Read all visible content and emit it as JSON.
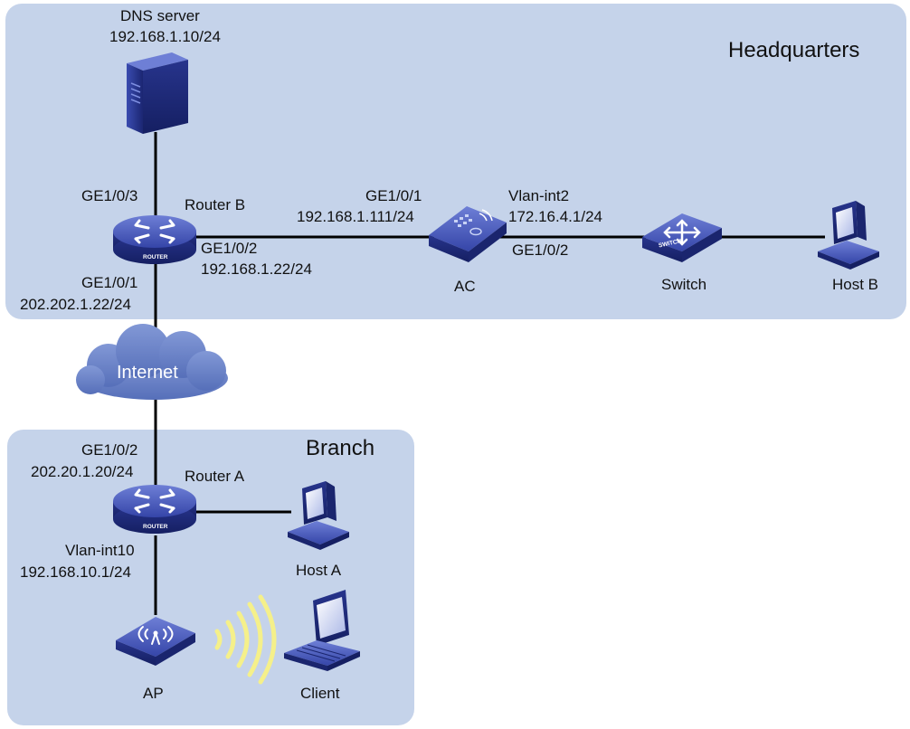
{
  "zones": {
    "headquarters": "Headquarters",
    "branch": "Branch"
  },
  "cloud": {
    "label": "Internet"
  },
  "devices": {
    "dns_server": {
      "name": "DNS server",
      "ip": "192.168.1.10/24"
    },
    "router_b": {
      "name": "Router B",
      "badge": "ROUTER"
    },
    "router_a": {
      "name": "Router A",
      "badge": "ROUTER"
    },
    "ac": {
      "name": "AC"
    },
    "switch": {
      "name": "Switch",
      "badge": "SWITCH"
    },
    "host_b": {
      "name": "Host B"
    },
    "host_a": {
      "name": "Host A"
    },
    "ap": {
      "name": "AP"
    },
    "client": {
      "name": "Client"
    }
  },
  "interfaces": {
    "rb_ge103": "GE1/0/3",
    "rb_ge102": "GE1/0/2",
    "rb_ge102_ip": "192.168.1.22/24",
    "rb_ge101": "GE1/0/1",
    "rb_ge101_ip": "202.202.1.22/24",
    "ac_ge101": "GE1/0/1",
    "ac_ge101_ip": "192.168.1.111/24",
    "ac_vlan2": "Vlan-int2",
    "ac_vlan2_ip": "172.16.4.1/24",
    "ac_ge102": "GE1/0/2",
    "ra_ge102": "GE1/0/2",
    "ra_ge102_ip": "202.20.1.20/24",
    "ra_vlan10": "Vlan-int10",
    "ra_vlan10_ip": "192.168.10.1/24"
  },
  "colors": {
    "zone_fill": "#c5d3ea",
    "device_blue": "#2d3d9e",
    "device_dark": "#1a256e",
    "cloud": "#6f87c8",
    "wireless": "#f5f08a"
  }
}
